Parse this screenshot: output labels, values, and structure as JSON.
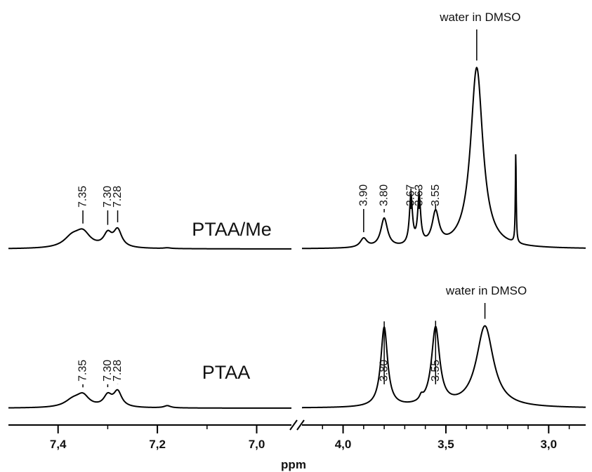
{
  "chart_data": {
    "type": "line",
    "title": "",
    "xlabel": "ppm",
    "ylabel": "",
    "x_reversed": true,
    "axis_break": true,
    "grid": false,
    "legend": "none",
    "panels": [
      {
        "name": "aromatic",
        "xlim": [
          7.5,
          6.93
        ],
        "ticks": [
          7.4,
          7.3,
          7.2,
          7.1,
          7.0
        ],
        "tick_labels": [
          {
            "value": 7.4,
            "label": "7,4"
          },
          {
            "value": 7.2,
            "label": "7,2"
          },
          {
            "value": 7.0,
            "label": "7,0"
          }
        ]
      },
      {
        "name": "aliphatic",
        "xlim": [
          4.2,
          2.82
        ],
        "ticks": [
          4.1,
          4.0,
          3.9,
          3.8,
          3.7,
          3.6,
          3.5,
          3.4,
          3.3,
          3.2,
          3.1,
          3.0,
          2.9
        ],
        "tick_labels": [
          {
            "value": 4.0,
            "label": "4,0"
          },
          {
            "value": 3.5,
            "label": "3,5"
          },
          {
            "value": 3.0,
            "label": "3,0"
          }
        ]
      }
    ],
    "series": [
      {
        "name": "PTAA/Me",
        "color": "#000000",
        "peaks": [
          {
            "panel": 0,
            "x": 7.372,
            "w": 0.02,
            "h": 0.055
          },
          {
            "panel": 0,
            "x": 7.35,
            "w": 0.018,
            "h": 0.08
          },
          {
            "panel": 0,
            "x": 7.3,
            "w": 0.01,
            "h": 0.07
          },
          {
            "panel": 0,
            "x": 7.28,
            "w": 0.01,
            "h": 0.095
          },
          {
            "panel": 0,
            "x": 7.18,
            "w": 0.008,
            "h": 0.004
          },
          {
            "panel": 1,
            "x": 3.9,
            "w": 0.02,
            "h": 0.05
          },
          {
            "panel": 1,
            "x": 3.8,
            "w": 0.02,
            "h": 0.16
          },
          {
            "panel": 1,
            "x": 3.67,
            "w": 0.009,
            "h": 0.27
          },
          {
            "panel": 1,
            "x": 3.63,
            "w": 0.009,
            "h": 0.26
          },
          {
            "panel": 1,
            "x": 3.55,
            "w": 0.02,
            "h": 0.18
          },
          {
            "panel": 1,
            "x": 3.35,
            "w": 0.036,
            "h": 1.0
          },
          {
            "panel": 1,
            "x": 3.16,
            "w": 0.0025,
            "h": 0.5
          }
        ],
        "peak_labels": [
          {
            "panel": 0,
            "x": 7.35,
            "text": "7.35"
          },
          {
            "panel": 0,
            "x": 7.3,
            "text": "7.30"
          },
          {
            "panel": 0,
            "x": 7.28,
            "text": "7.28"
          },
          {
            "panel": 1,
            "x": 3.9,
            "text": "3.90"
          },
          {
            "panel": 1,
            "x": 3.8,
            "text": "3.80"
          },
          {
            "panel": 1,
            "x": 3.67,
            "text": "3.67"
          },
          {
            "panel": 1,
            "x": 3.63,
            "text": "3.63"
          },
          {
            "panel": 1,
            "x": 3.55,
            "text": "3.55"
          }
        ],
        "annotation": {
          "panel": 1,
          "x": 3.35,
          "text": "water in DMSO"
        }
      },
      {
        "name": "PTAA",
        "color": "#000000",
        "peaks": [
          {
            "panel": 0,
            "x": 7.37,
            "w": 0.02,
            "h": 0.04
          },
          {
            "panel": 0,
            "x": 7.35,
            "w": 0.015,
            "h": 0.06
          },
          {
            "panel": 0,
            "x": 7.3,
            "w": 0.01,
            "h": 0.06
          },
          {
            "panel": 0,
            "x": 7.28,
            "w": 0.01,
            "h": 0.085
          },
          {
            "panel": 0,
            "x": 7.18,
            "w": 0.008,
            "h": 0.012
          },
          {
            "panel": 1,
            "x": 3.8,
            "w": 0.02,
            "h": 0.44
          },
          {
            "panel": 1,
            "x": 3.62,
            "w": 0.01,
            "h": 0.025
          },
          {
            "panel": 1,
            "x": 3.55,
            "w": 0.024,
            "h": 0.43
          },
          {
            "panel": 1,
            "x": 3.31,
            "w": 0.05,
            "h": 0.45
          }
        ],
        "peak_labels": [
          {
            "panel": 0,
            "x": 7.35,
            "text": "7.35"
          },
          {
            "panel": 0,
            "x": 7.3,
            "text": "7.30"
          },
          {
            "panel": 0,
            "x": 7.28,
            "text": "7.28"
          },
          {
            "panel": 1,
            "x": 3.8,
            "text": "3.80"
          },
          {
            "panel": 1,
            "x": 3.55,
            "text": "3.55"
          }
        ],
        "annotation": {
          "panel": 1,
          "x": 3.31,
          "text": "water in DMSO"
        }
      }
    ]
  }
}
